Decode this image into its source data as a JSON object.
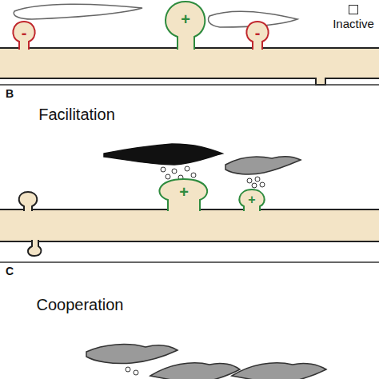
{
  "diagram": {
    "labels": [
      "-",
      "+",
      "-",
      "B",
      "Facilitation",
      "+",
      "+",
      "C",
      "Cooperation"
    ],
    "legend": [
      {
        "text": "Inactive",
        "color": "#ffffff"
      }
    ]
  }
}
